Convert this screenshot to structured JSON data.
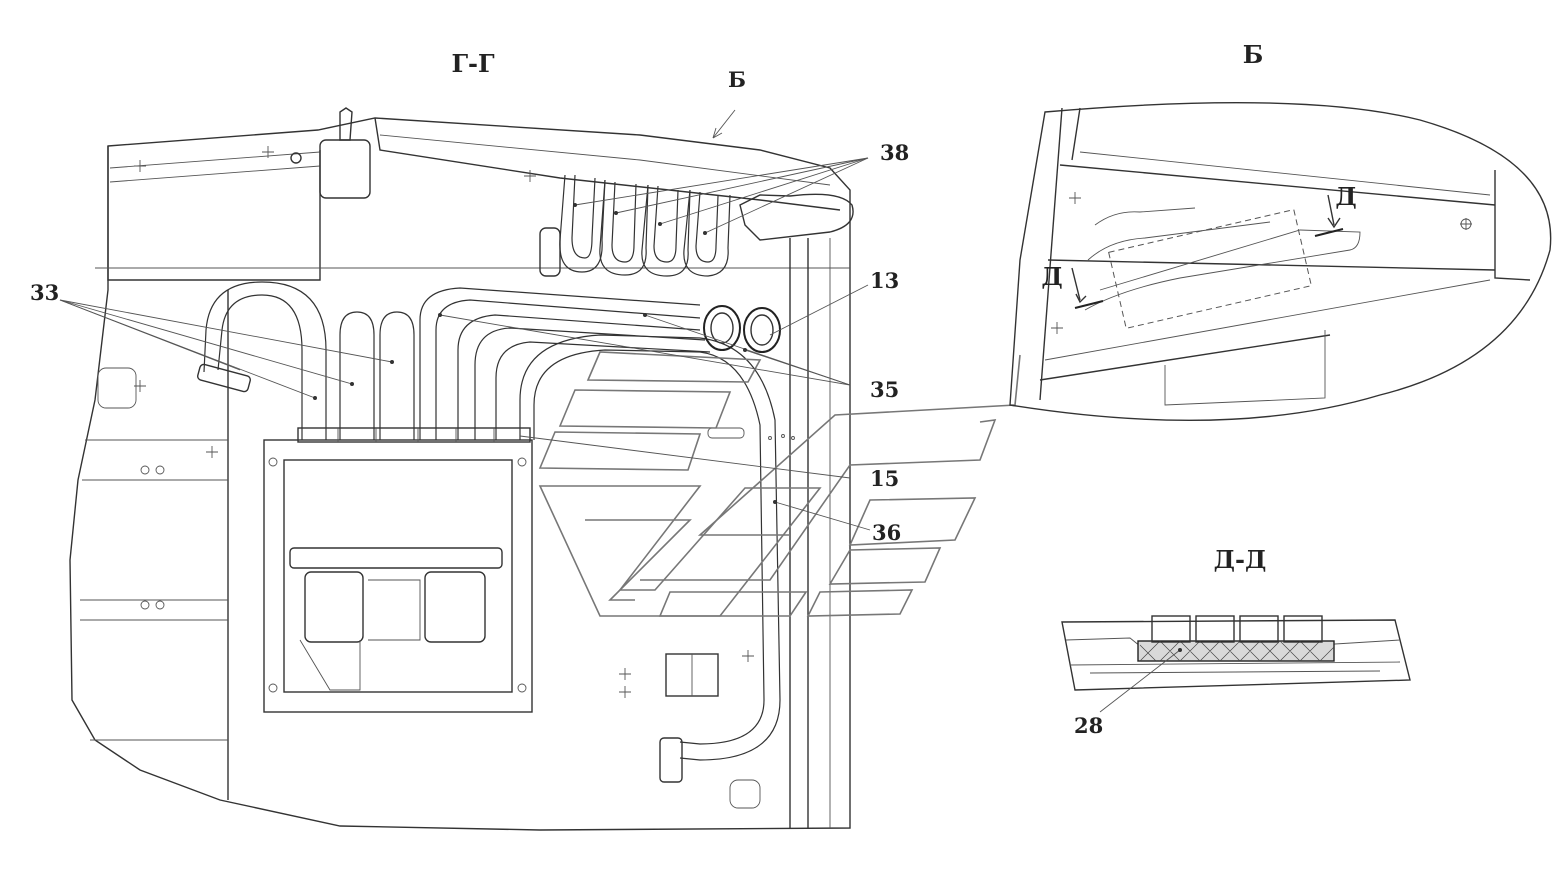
{
  "views": {
    "main_title": "Г-Г",
    "detail_title": "Б",
    "section_title": "Д-Д"
  },
  "markers": {
    "view_arrow": "Б",
    "section_left": "Д",
    "section_right": "Д"
  },
  "callouts": {
    "c38": "38",
    "c33": "33",
    "c13": "13",
    "c35": "35",
    "c15": "15",
    "c36": "36",
    "c28": "28"
  },
  "colors": {
    "line": "#333333",
    "light": "#777777",
    "background": "#ffffff"
  }
}
